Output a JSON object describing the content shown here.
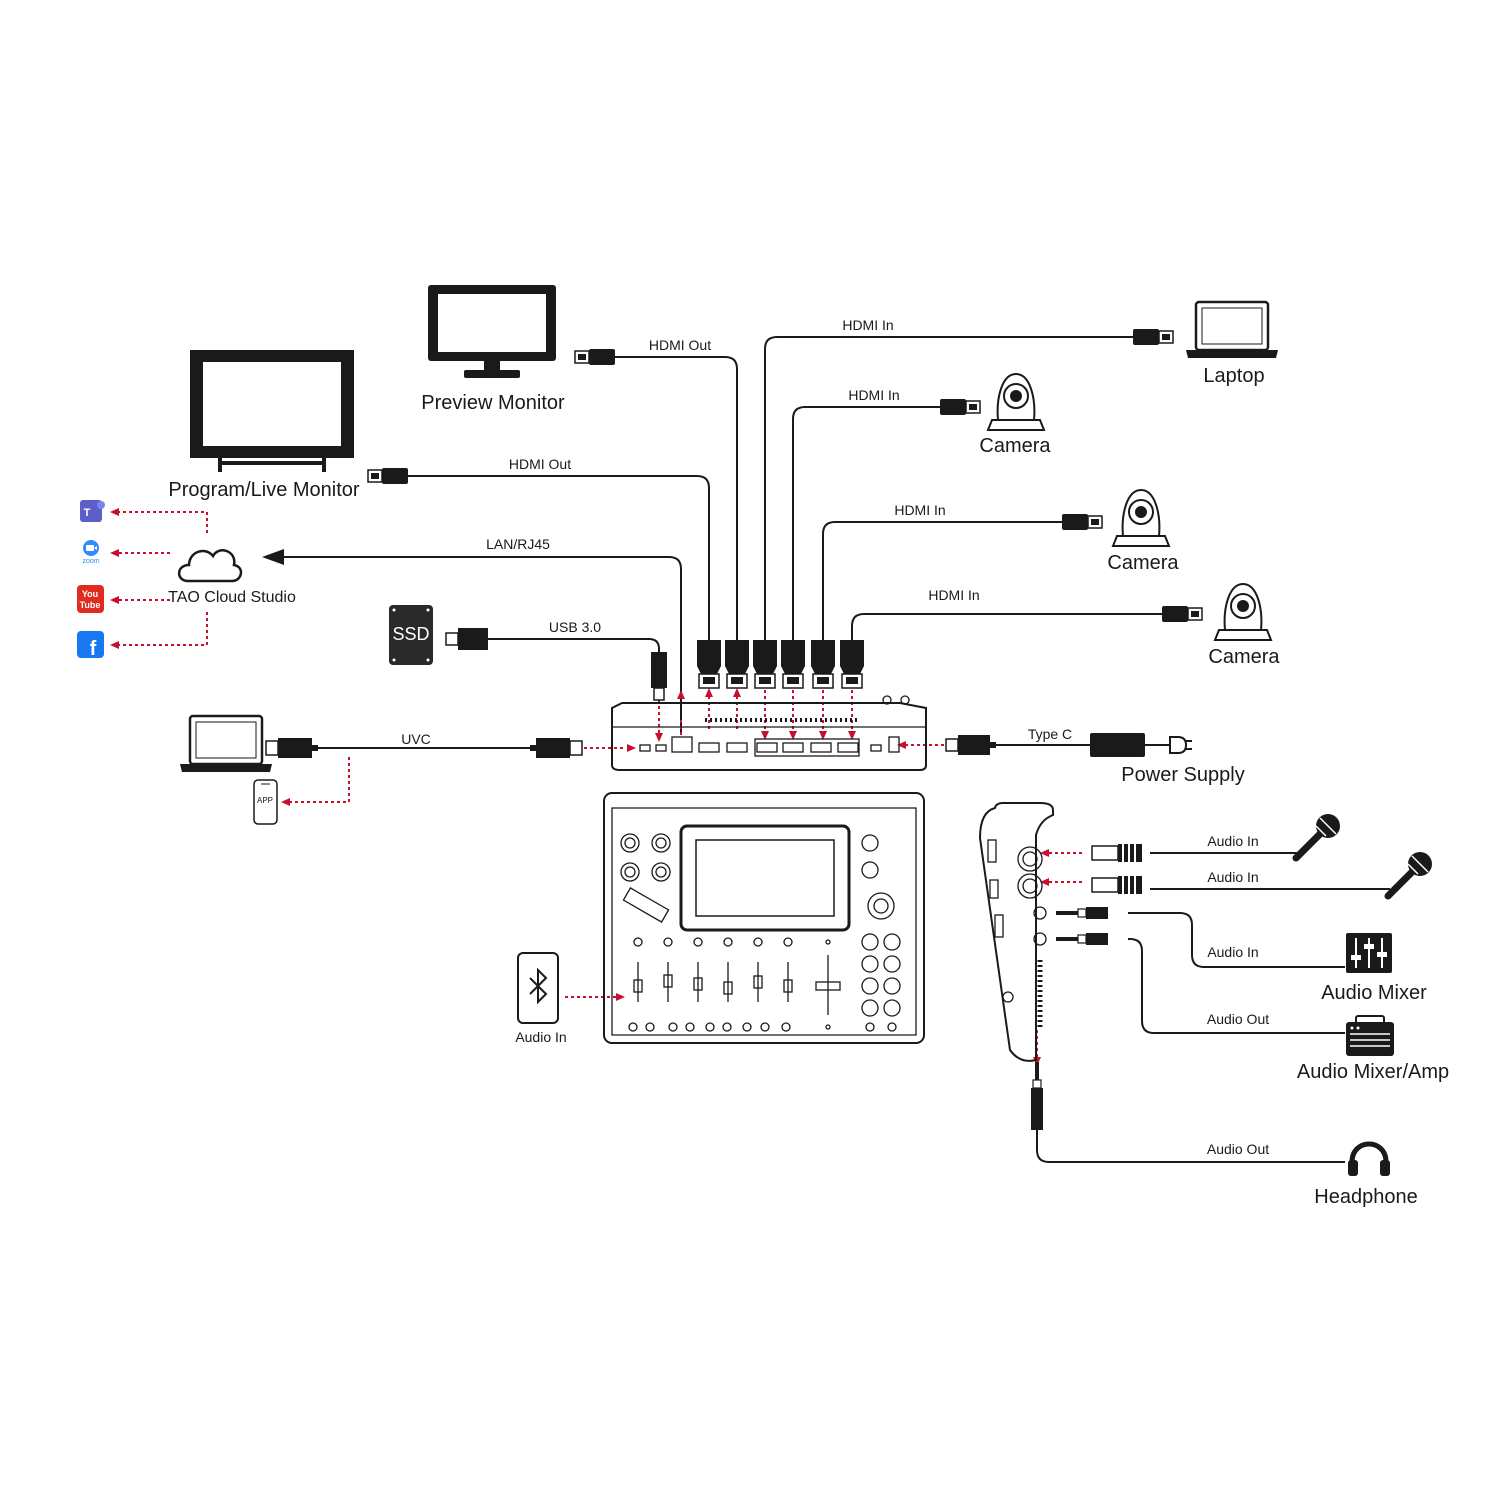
{
  "devices": {
    "program_monitor": "Program/Live Monitor",
    "preview_monitor": "Preview Monitor",
    "laptop_top": "Laptop",
    "camera_1": "Camera",
    "camera_2": "Camera",
    "camera_3": "Camera",
    "cloud_studio": "TAO Cloud Studio",
    "ssd_badge": "SSD",
    "power_supply": "Power Supply",
    "audio_mixer": "Audio Mixer",
    "audio_mixer_amp": "Audio Mixer/Amp",
    "headphone": "Headphone",
    "app_badge": "APP"
  },
  "connections": {
    "hdmi_out_preview": "HDMI Out",
    "hdmi_out_program": "HDMI Out",
    "hdmi_in_laptop": "HDMI In",
    "hdmi_in_cam1": "HDMI In",
    "hdmi_in_cam2": "HDMI In",
    "hdmi_in_cam3": "HDMI In",
    "lan": "LAN/RJ45",
    "usb": "USB 3.0",
    "uvc": "UVC",
    "type_c": "Type C",
    "audio_in_mic1": "Audio In",
    "audio_in_mic2": "Audio In",
    "audio_in_mixer": "Audio In",
    "audio_out_amp": "Audio Out",
    "audio_out_headphone": "Audio Out",
    "bluetooth_audio_in": "Audio In"
  },
  "platforms": {
    "teams_icon": "T",
    "zoom_icon": "zoom",
    "youtube_icon_top": "You",
    "youtube_icon_bottom": "Tube",
    "facebook_icon": "f"
  },
  "colors": {
    "signal": "#c8102e",
    "line": "#1a1a1a",
    "teams": "#5b5fc7",
    "zoom": "#2d8cff",
    "youtube": "#e02b20",
    "facebook": "#1877f2"
  }
}
